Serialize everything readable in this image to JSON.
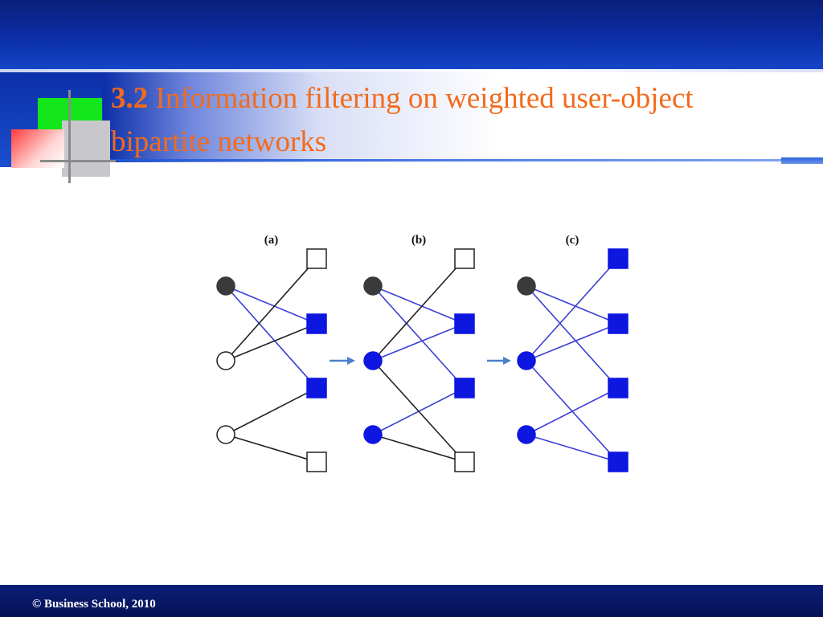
{
  "slide": {
    "title_number": "3.2",
    "title_text": "Information filtering on weighted user-object bipartite networks",
    "footer": "© Business School, 2010"
  },
  "diagram": {
    "panels": [
      {
        "label": "(a)",
        "users": [
          "dark",
          "white",
          "white"
        ],
        "objects": [
          "white",
          "blue",
          "blue",
          "white"
        ],
        "edges": [
          [
            0,
            1,
            "blue"
          ],
          [
            0,
            2,
            "blue"
          ],
          [
            1,
            0,
            "black"
          ],
          [
            1,
            1,
            "black"
          ],
          [
            2,
            2,
            "black"
          ],
          [
            2,
            3,
            "black"
          ]
        ]
      },
      {
        "label": "(b)",
        "users": [
          "dark",
          "blue",
          "blue"
        ],
        "objects": [
          "white",
          "blue",
          "blue",
          "white"
        ],
        "edges": [
          [
            0,
            1,
            "blue"
          ],
          [
            0,
            2,
            "blue"
          ],
          [
            1,
            0,
            "black"
          ],
          [
            1,
            1,
            "blue"
          ],
          [
            2,
            2,
            "blue"
          ],
          [
            2,
            3,
            "black"
          ],
          [
            1,
            3,
            "black"
          ]
        ]
      },
      {
        "label": "(c)",
        "users": [
          "dark",
          "blue",
          "blue"
        ],
        "objects": [
          "blue",
          "blue",
          "blue",
          "blue"
        ],
        "edges": [
          [
            0,
            1,
            "blue"
          ],
          [
            0,
            2,
            "blue"
          ],
          [
            1,
            0,
            "blue"
          ],
          [
            1,
            1,
            "blue"
          ],
          [
            1,
            3,
            "blue"
          ],
          [
            2,
            2,
            "blue"
          ],
          [
            2,
            3,
            "blue"
          ]
        ]
      }
    ],
    "colors": {
      "dark": "#3a3a3a",
      "blue": "#0d17e0",
      "white": "#ffffff",
      "edge_blue": "#3a3fd6",
      "edge_black": "#222222",
      "arrow": "#4a7fc9",
      "title": "#f26b1d"
    }
  }
}
